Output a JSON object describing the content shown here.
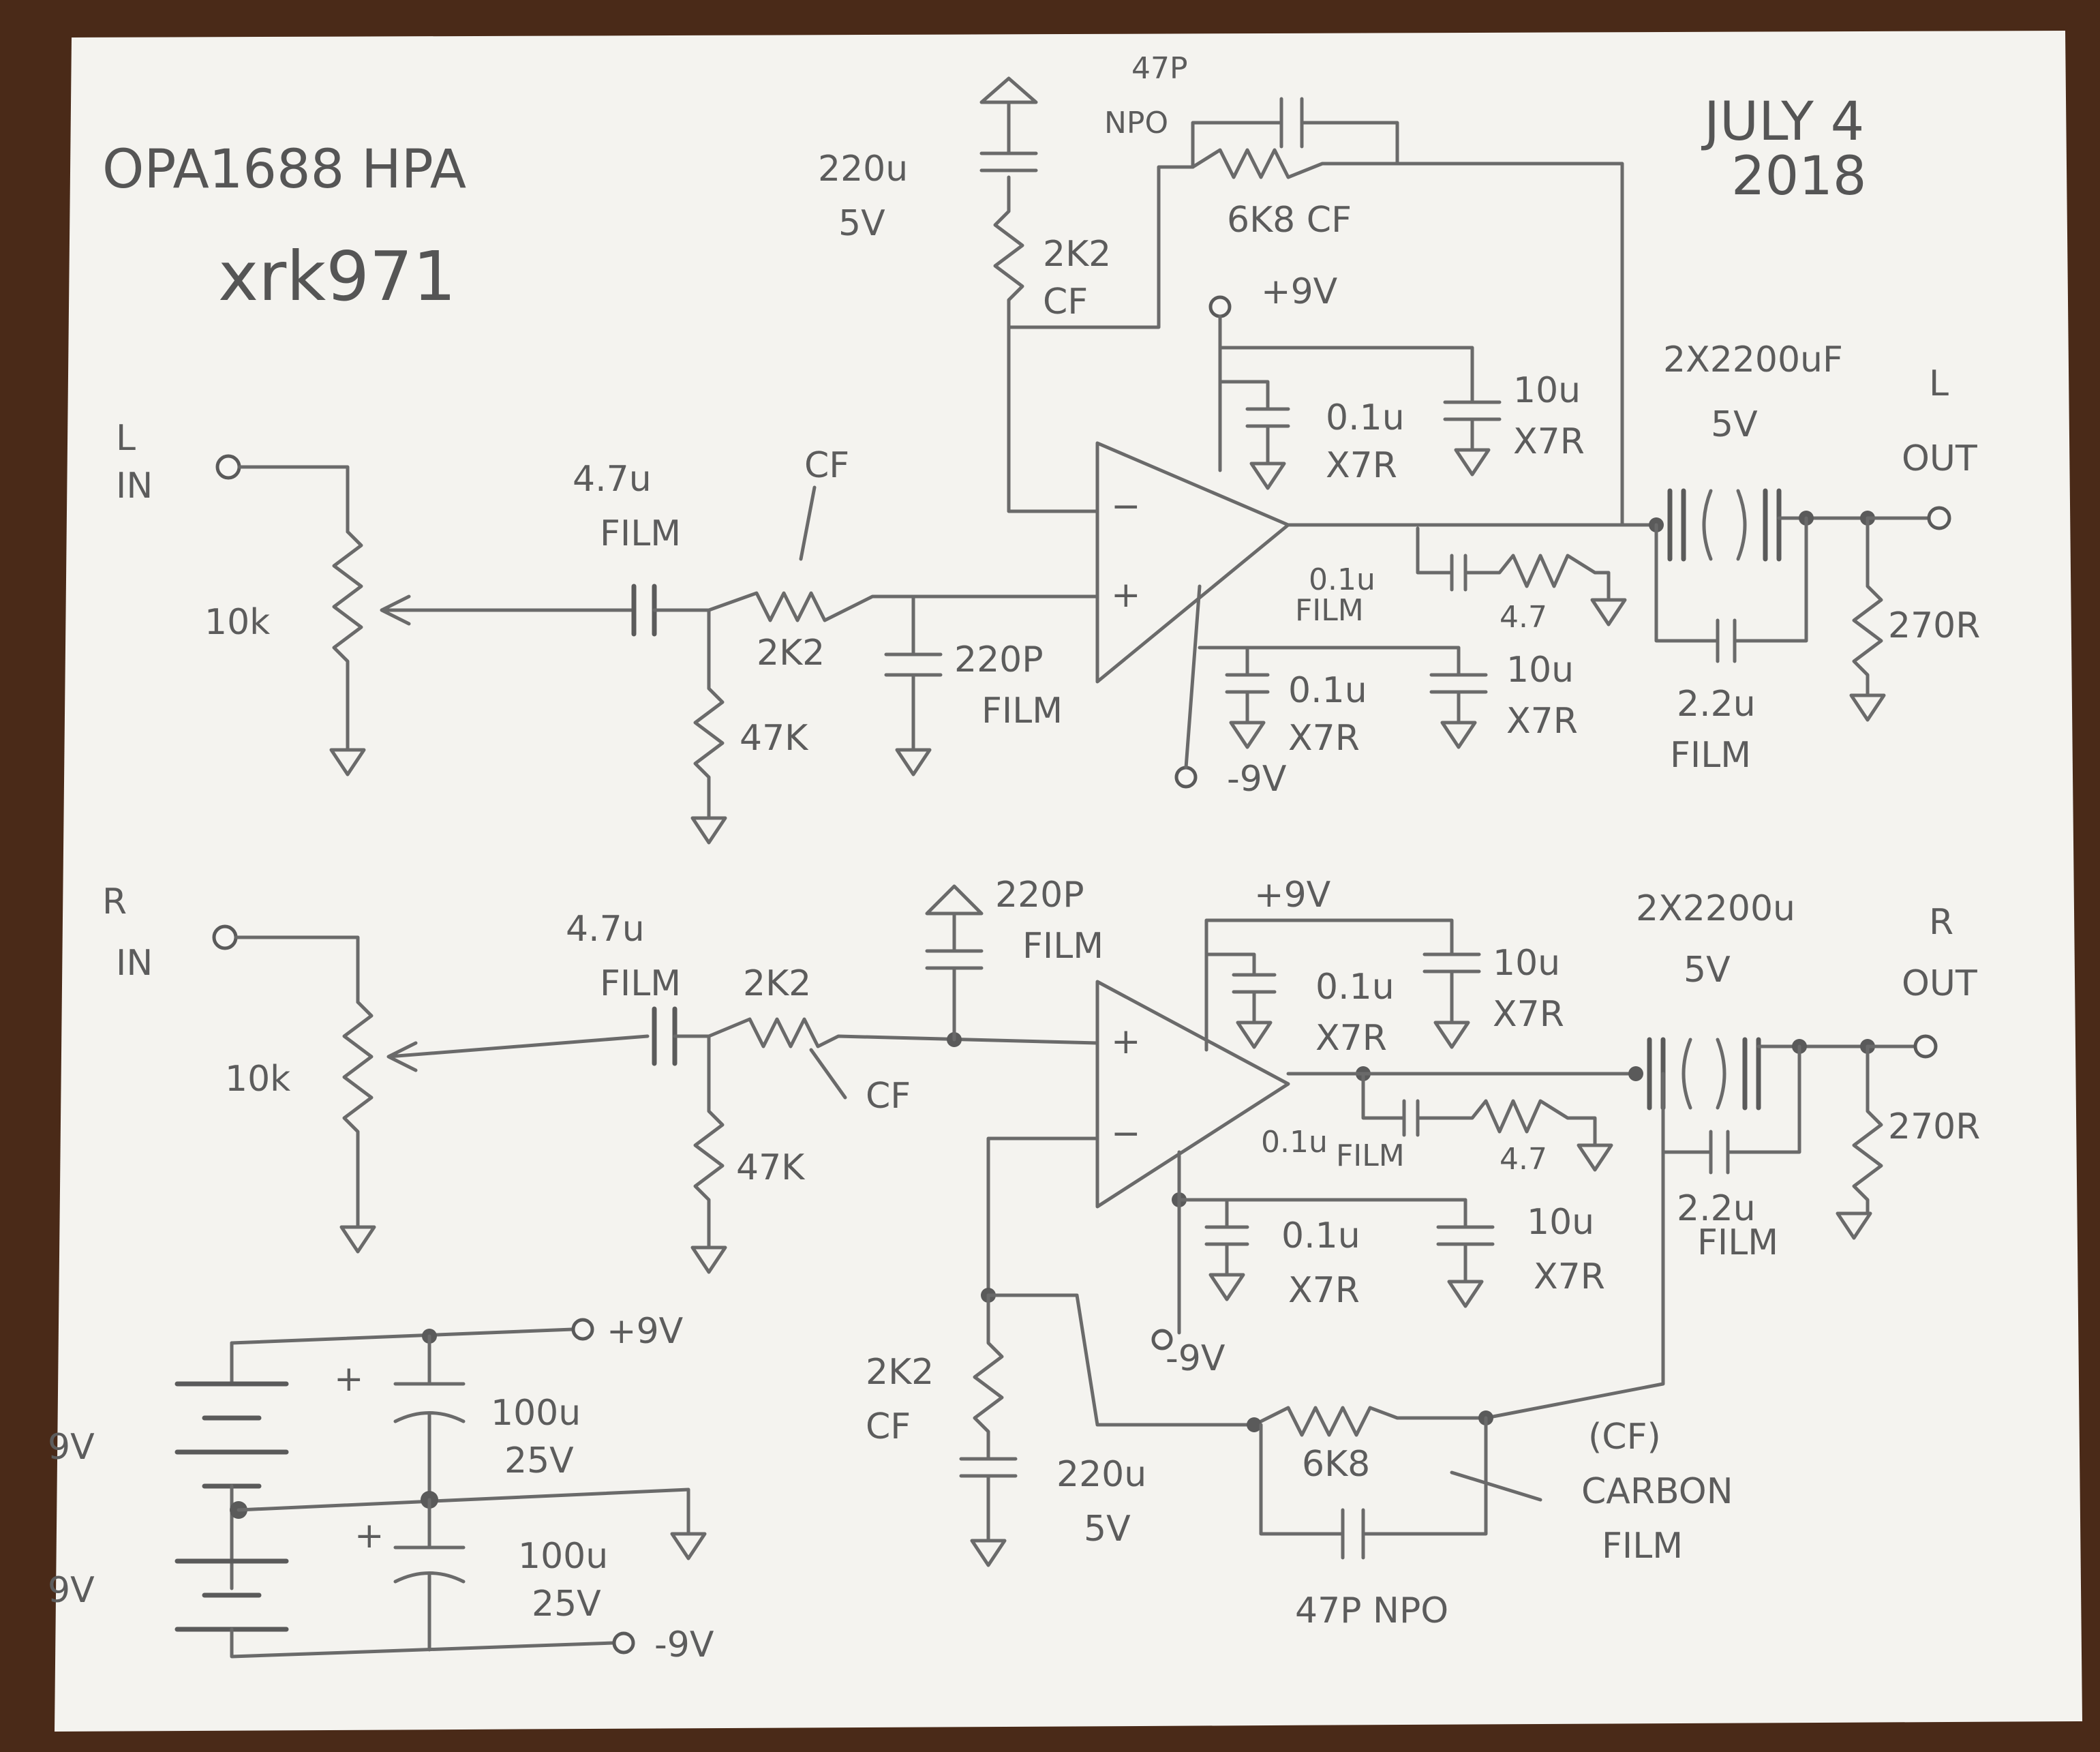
{
  "title": "OPA1688 HPA",
  "author": "xrk971",
  "date_line1": "JULY 4",
  "date_line2": "2018",
  "left": {
    "in_l1": "L",
    "in_l2": "IN",
    "pot": "10k",
    "cap_in1": "4.7u",
    "cap_in2": "FILM",
    "res_in": "2K2",
    "res_in_type": "CF",
    "res_shunt": "47K",
    "cap_filt1": "220P",
    "cap_filt2": "FILM",
    "fb_cap1": "47P",
    "fb_cap2": "NPO",
    "fb_res": "6K8 CF",
    "gnd_cap1": "220u",
    "gnd_cap2": "5V",
    "gnd_res1": "2K2",
    "gnd_res2": "CF",
    "vpos": "+9V",
    "vneg": "-9V",
    "bp1_v": "0.1u",
    "bp1_t": "X7R",
    "bp2_v": "10u",
    "bp2_t": "X7R",
    "bn1_v": "0.1u",
    "bn1_t": "X7R",
    "bn2_v": "10u",
    "bn2_t": "X7R",
    "zob_c1": "0.1u",
    "zob_c2": "FILM",
    "zob_r": "4.7",
    "out_cap1": "2X2200uF",
    "out_cap2": "5V",
    "out_film1": "2.2u",
    "out_film2": "FILM",
    "out_res": "270R",
    "out_l1": "L",
    "out_l2": "OUT",
    "plus": "+",
    "minus": "−"
  },
  "right": {
    "in_l1": "R",
    "in_l2": "IN",
    "pot": "10k",
    "cap_in1": "4.7u",
    "cap_in2": "FILM",
    "res_in": "2K2",
    "res_in_type": "CF",
    "res_shunt": "47K",
    "cap_filt1": "220P",
    "cap_filt2": "FILM",
    "vpos": "+9V",
    "vneg": "-9V",
    "bp1_v": "0.1u",
    "bp1_t": "X7R",
    "bp2_v": "10u",
    "bp2_t": "X7R",
    "bn1_v": "0.1u",
    "bn1_t": "X7R",
    "bn2_v": "10u",
    "bn2_t": "X7R",
    "zob_c1": "0.1u",
    "zob_c2": "FILM",
    "zob_r": "4.7",
    "out_cap1": "2X2200u",
    "out_cap2": "5V",
    "out_film1": "2.2u",
    "out_film2": "FILM",
    "out_res": "270R",
    "out_l1": "R",
    "out_l2": "OUT",
    "gnd_res1": "2K2",
    "gnd_res2": "CF",
    "gnd_cap1": "220u",
    "gnd_cap2": "5V",
    "fb_res": "6K8",
    "fb_cap": "47P NPO",
    "cf_note1": "(CF)",
    "cf_note2": "CARBON",
    "cf_note3": "FILM",
    "plus": "+",
    "minus": "−"
  },
  "supply": {
    "batt1": "9V",
    "batt2": "9V",
    "vpos": "+9V",
    "vneg": "-9V",
    "cap1_v": "100u",
    "cap1_r": "25V",
    "cap2_v": "100u",
    "cap2_r": "25V",
    "plus": "+"
  }
}
